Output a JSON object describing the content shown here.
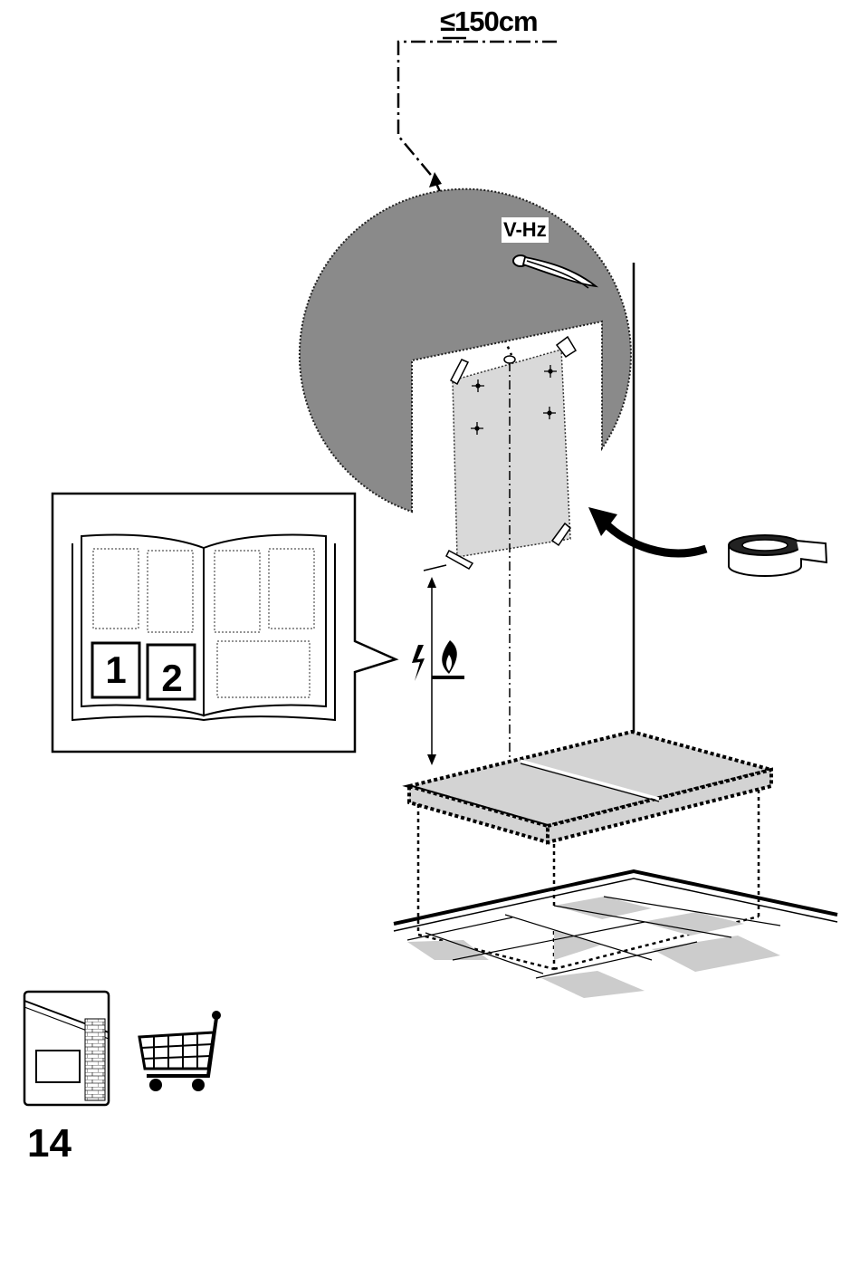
{
  "diagram": {
    "max_height_label": "≤150cm",
    "socket_label": "V-Hz",
    "manual_pages": [
      "1",
      "2"
    ],
    "page_number": "14",
    "icons": [
      "tape-roll-icon",
      "electric-hazard-icon",
      "gas-flame-icon",
      "shopping-cart-icon",
      "kitchen-wall-icon",
      "open-manual-icon"
    ]
  }
}
